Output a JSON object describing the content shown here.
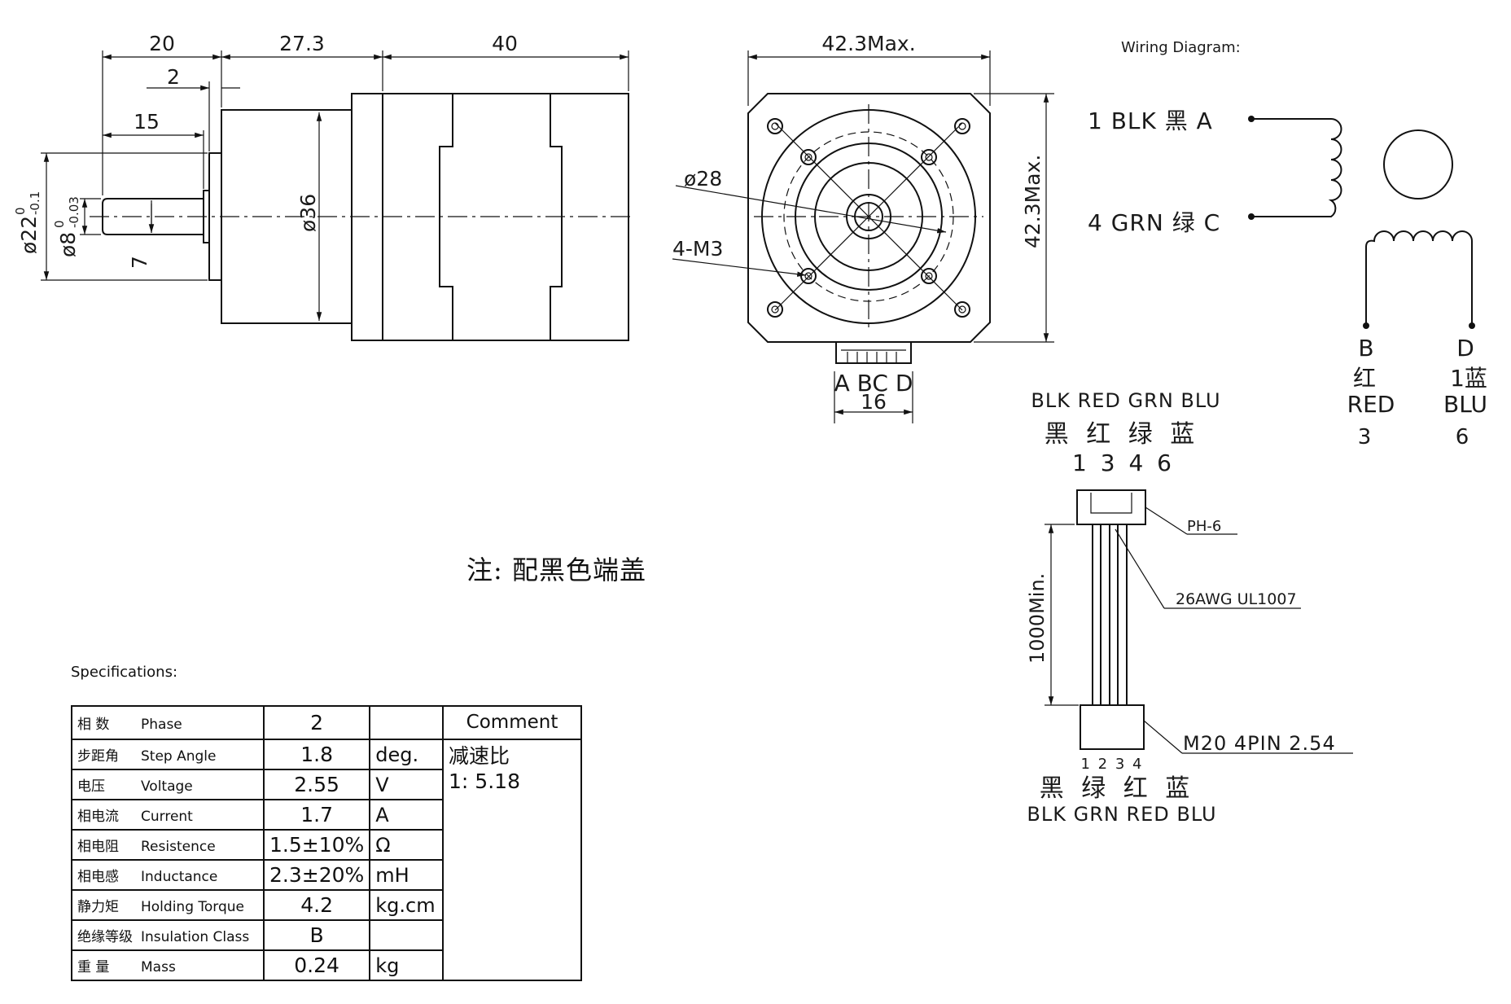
{
  "side_view": {
    "dim_20": "20",
    "dim_27_3": "27.3",
    "dim_40": "40",
    "dim_2": "2",
    "dim_15": "15",
    "dim_7": "7",
    "dia_22": "ø22",
    "dia_22_tol_upper": "0",
    "dia_22_tol_lower": "-0.1",
    "dia_8": "ø8",
    "dia_8_tol_upper": "0",
    "dia_8_tol_lower": "-0.03",
    "dia_36": "ø36"
  },
  "front_view": {
    "width_max": "42.3Max.",
    "height_max": "42.3Max.",
    "dia_28": "ø28",
    "holes": "4-M3",
    "connector_pins": "A BC D",
    "connector_width": "16"
  },
  "wiring": {
    "title": "Wiring Diagram:",
    "line_a": "1  BLK  黑  A",
    "line_c": "4  GRN  绿  C",
    "pin_b": "B",
    "pin_d": "D",
    "pin_b_zh": "红",
    "pin_d_zh": "1蓝",
    "pin_b_en": "RED",
    "pin_d_en": "BLU",
    "pin_b_num": "3",
    "pin_d_num": "6"
  },
  "cable": {
    "top_colors_en": "BLK RED GRN BLU",
    "top_colors_zh": "黑 红 绿 蓝",
    "top_numbers": "1 3 4 6",
    "connector_top": "PH-6",
    "wire_spec": "26AWG  UL1007",
    "length": "1000Min.",
    "connector_bottom": "M20  4PIN  2.54",
    "bottom_numbers": "1 2 3 4",
    "bottom_colors_zh": "黑 绿 红 蓝",
    "bottom_colors_en": "BLK GRN RED BLU"
  },
  "note": "注: 配黑色端盖",
  "specs": {
    "title": "Specifications:",
    "comment_header": "Comment",
    "comment_zh": "减速比",
    "comment_ratio": "1: 5.18",
    "rows": [
      {
        "zh": "相  数",
        "en": "Phase",
        "value": "2",
        "unit": ""
      },
      {
        "zh": "步距角",
        "en": "Step Angle",
        "value": "1.8",
        "unit": "deg."
      },
      {
        "zh": "电压",
        "en": "Voltage",
        "value": "2.55",
        "unit": "V"
      },
      {
        "zh": "相电流",
        "en": "Current",
        "value": "1.7",
        "unit": "A"
      },
      {
        "zh": "相电阻",
        "en": "Resistence",
        "value": "1.5±10%",
        "unit": "Ω"
      },
      {
        "zh": "相电感",
        "en": "Inductance",
        "value": "2.3±20%",
        "unit": "mH"
      },
      {
        "zh": "静力矩",
        "en": "Holding Torque",
        "value": "4.2",
        "unit": "kg.cm"
      },
      {
        "zh": "绝缘等级",
        "en": "Insulation Class",
        "value": "B",
        "unit": ""
      },
      {
        "zh": "重  量",
        "en": "Mass",
        "value": "0.24",
        "unit": "kg"
      }
    ]
  }
}
